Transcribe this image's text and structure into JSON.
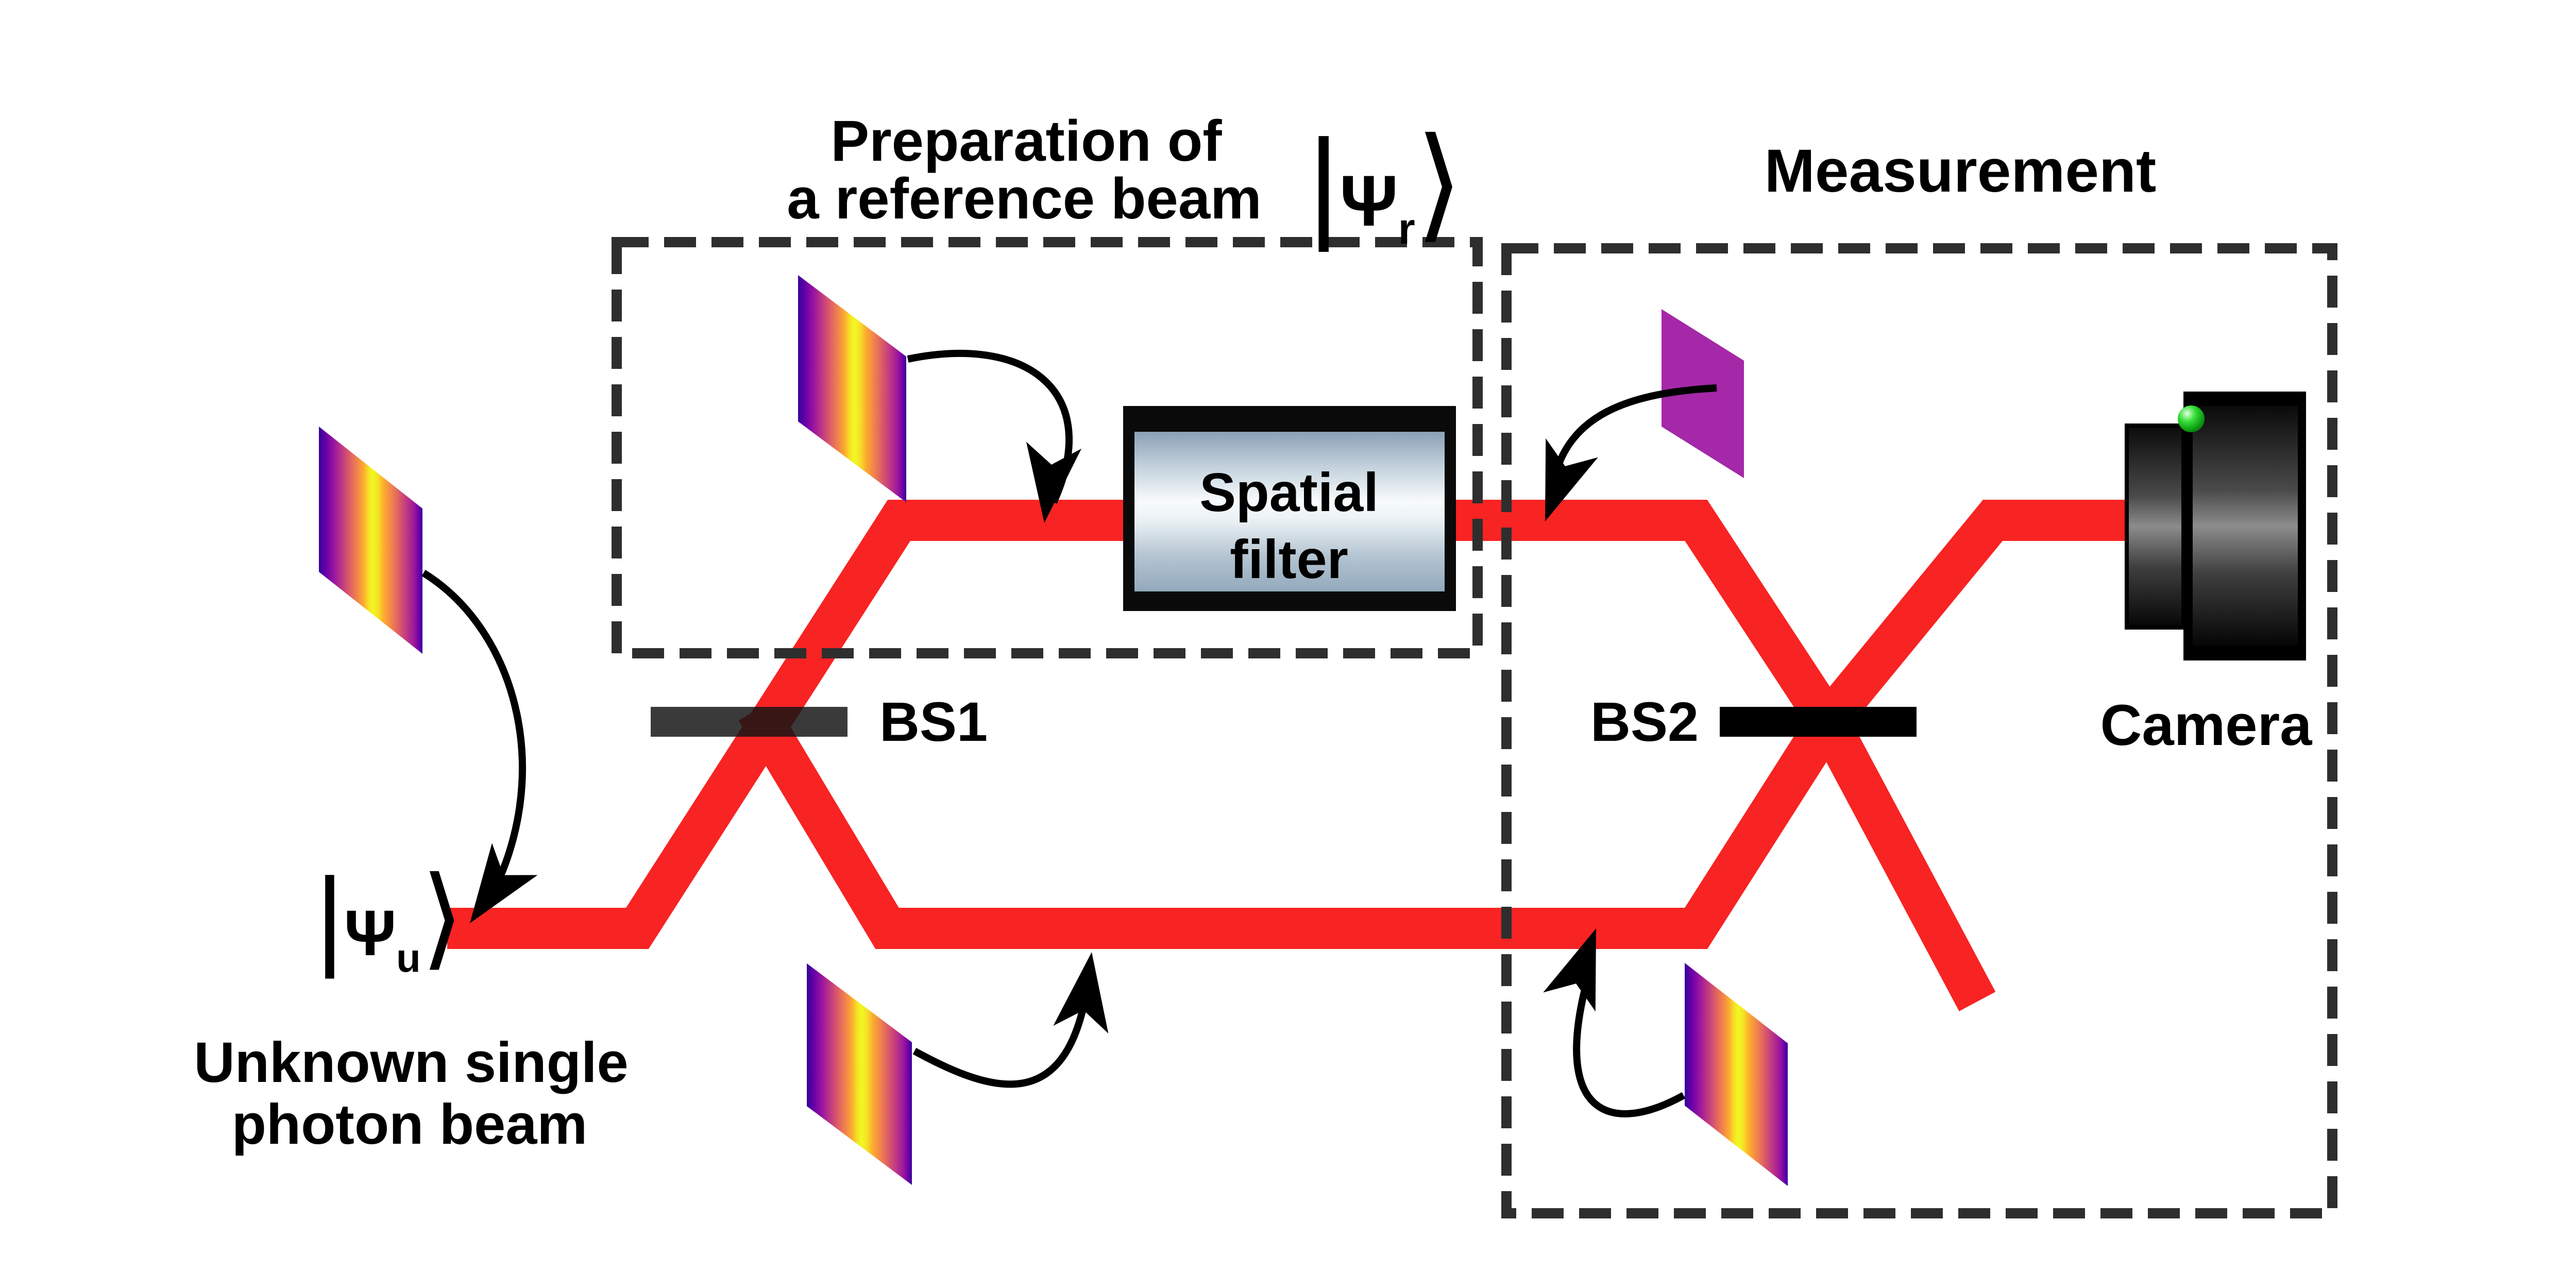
{
  "titles": {
    "preparation_line1": "Preparation of",
    "preparation_line2": "a reference beam",
    "measurement": "Measurement"
  },
  "kets": {
    "reference": {
      "bar": "|",
      "psi": "Ψ",
      "sub": "r",
      "rangle": "⟩"
    },
    "unknown": {
      "bar": "|",
      "psi": "Ψ",
      "sub": "u",
      "rangle": "⟩"
    }
  },
  "labels": {
    "bs1": "BS1",
    "bs2": "BS2",
    "spatial_filter_line1": "Spatial",
    "spatial_filter_line2": "filter",
    "camera": "Camera",
    "unknown_caption_line1": "Unknown single",
    "unknown_caption_line2": "photon beam"
  },
  "colors": {
    "beam": "#f82323",
    "dash": "#2e2e2e",
    "bs_bar": "#000000",
    "bs1_bar": "#141414",
    "inset_purple": "#a428a8",
    "plasma_edge": "#33049b",
    "plasma_mid": "#cc4778",
    "plasma_peak": "#f0f921",
    "filter_light": "#f8fbfd",
    "filter_dark": "#8aa0b4",
    "camera_black": "#050505",
    "led_green": "#2ad52a",
    "text": "#000000",
    "arrow": "#000000"
  }
}
